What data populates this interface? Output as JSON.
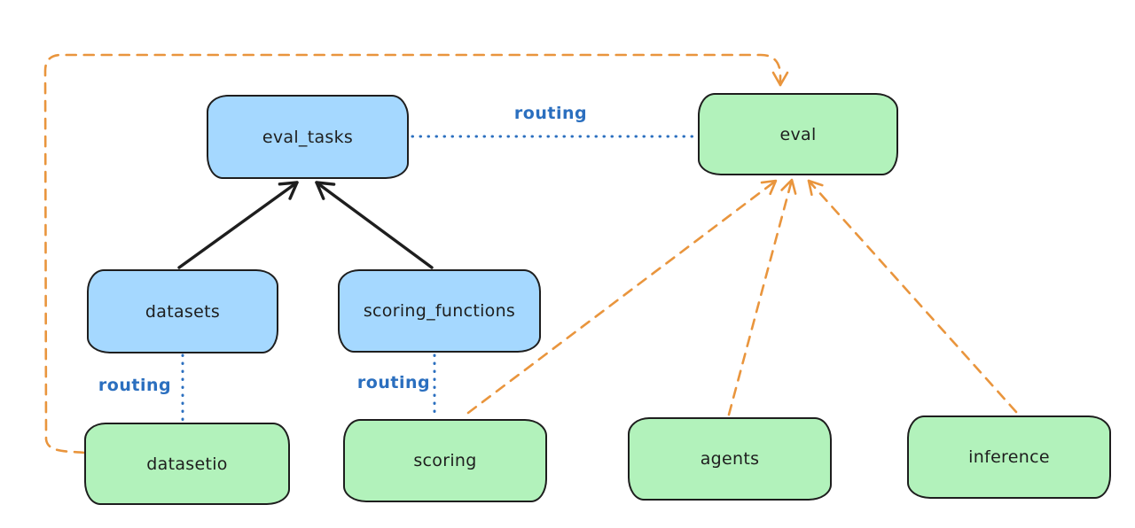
{
  "diagram": {
    "background": "#ffffff",
    "colors": {
      "blue_fill": "#a5d8ff",
      "green_fill": "#b2f2bb",
      "stroke": "#1e1e1e",
      "routing_blue": "#2b6fbf",
      "orange": "#e9953d"
    },
    "nodes": {
      "eval_tasks": {
        "label": "eval_tasks",
        "color": "blue"
      },
      "eval": {
        "label": "eval",
        "color": "green"
      },
      "datasets": {
        "label": "datasets",
        "color": "blue"
      },
      "scoring_functions": {
        "label": "scoring_functions",
        "color": "blue"
      },
      "datasetio": {
        "label": "datasetio",
        "color": "green"
      },
      "scoring": {
        "label": "scoring",
        "color": "green"
      },
      "agents": {
        "label": "agents",
        "color": "green"
      },
      "inference": {
        "label": "inference",
        "color": "green"
      }
    },
    "edges": [
      {
        "from": "datasets",
        "to": "eval_tasks",
        "style": "solid-black-arrow"
      },
      {
        "from": "scoring_functions",
        "to": "eval_tasks",
        "style": "solid-black-arrow"
      },
      {
        "from": "eval_tasks",
        "to": "eval",
        "style": "dotted-blue",
        "label": "routing"
      },
      {
        "from": "datasets",
        "to": "datasetio",
        "style": "dotted-blue",
        "label": "routing"
      },
      {
        "from": "scoring_functions",
        "to": "scoring",
        "style": "dotted-blue",
        "label": "routing"
      },
      {
        "from": "datasetio",
        "to": "eval",
        "style": "dashed-orange-arrow"
      },
      {
        "from": "scoring",
        "to": "eval",
        "style": "dashed-orange-arrow"
      },
      {
        "from": "agents",
        "to": "eval",
        "style": "dashed-orange-arrow"
      },
      {
        "from": "inference",
        "to": "eval",
        "style": "dashed-orange-arrow"
      }
    ]
  }
}
